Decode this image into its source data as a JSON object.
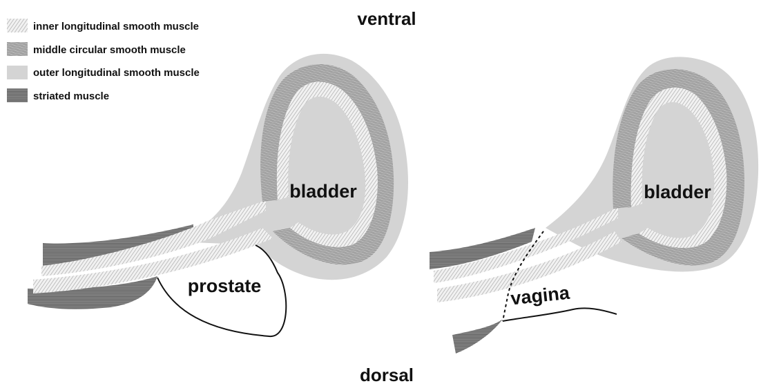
{
  "legend": {
    "items": [
      {
        "label": "inner longitudinal smooth muscle",
        "pattern": "inner-longitudinal"
      },
      {
        "label": "middle circular smooth muscle",
        "pattern": "middle-circular"
      },
      {
        "label": "outer longitudinal smooth muscle",
        "pattern": "outer-longitudinal"
      },
      {
        "label": "striated muscle",
        "pattern": "striated"
      }
    ]
  },
  "orientation": {
    "top": "ventral",
    "bottom": "dorsal"
  },
  "male": {
    "organ_label": "bladder",
    "gland_label": "prostate"
  },
  "female": {
    "organ_label": "bladder",
    "vagina_label": "vagina"
  },
  "colors": {
    "outer_longitudinal": "#d4d4d4",
    "middle_circular": "#8a8a8a",
    "inner_longitudinal": "#b0b0b0",
    "striated": "#5e5e5e",
    "outline": "#111111"
  }
}
